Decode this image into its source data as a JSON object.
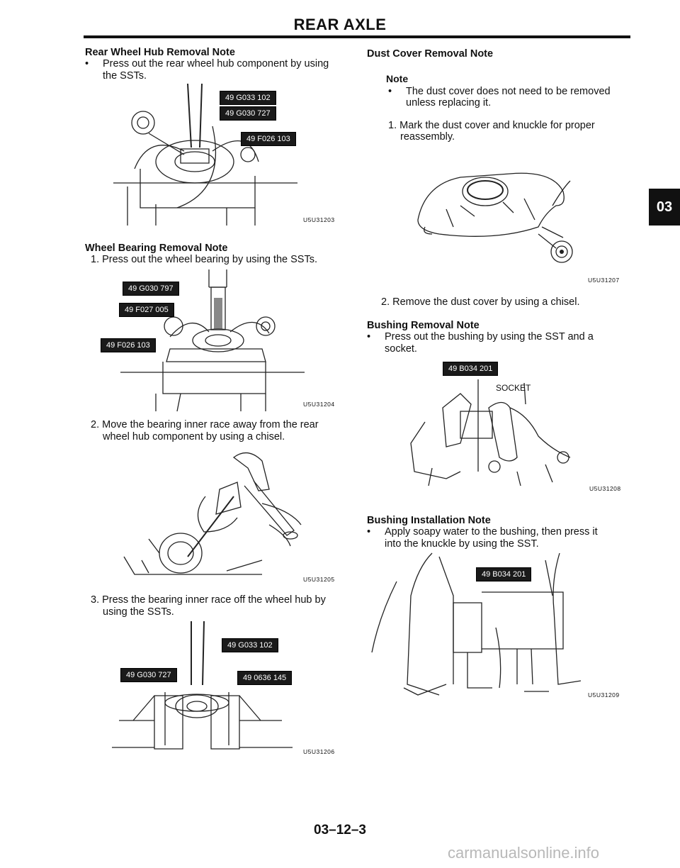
{
  "header": {
    "title": "REAR AXLE"
  },
  "section_tab": "03",
  "left": {
    "hub": {
      "heading": "Rear Wheel Hub Removal Note",
      "bullet": "Press out the rear wheel hub component by using",
      "bullet2": "the SSTs.",
      "tags": [
        "49 G033 102",
        "49 G030 727",
        "49 F026 103"
      ],
      "caption": "U5U31203"
    },
    "bearing": {
      "heading": "Wheel Bearing Removal Note",
      "step1": "1. Press out the wheel bearing by using the SSTs.",
      "tags": [
        "49 G030 797",
        "49 F027 005",
        "49 F026 103"
      ],
      "caption1": "U5U31204",
      "step2a": "2. Move the bearing inner race away from the rear",
      "step2b": "wheel hub component by using a chisel.",
      "caption2": "U5U31205",
      "step3a": "3. Press the bearing inner race off the wheel hub by",
      "step3b": "using the SSTs.",
      "tags3": [
        "49 G033 102",
        "49 G030 727",
        "49 0636 145"
      ],
      "caption3": "U5U31206"
    }
  },
  "right": {
    "dust": {
      "heading": "Dust Cover Removal Note",
      "note_label": "Note",
      "note_a": "The dust cover does not need to be removed",
      "note_b": "unless replacing it.",
      "step1a": "1. Mark the dust cover and knuckle for proper",
      "step1b": "reassembly.",
      "caption": "U5U31207",
      "step2": "2. Remove the dust cover by using a chisel."
    },
    "bush_remove": {
      "heading": "Bushing Removal Note",
      "bullet_a": "Press out the bushing by using the SST and a",
      "bullet_b": "socket.",
      "tag": "49 B034 201",
      "socket": "SOCKET",
      "caption": "U5U31208"
    },
    "bush_install": {
      "heading": "Bushing Installation Note",
      "bullet_a": "Apply soapy water to the bushing, then press it",
      "bullet_b": "into the knuckle by using the SST.",
      "tag": "49 B034 201",
      "caption": "U5U31209"
    }
  },
  "footer": {
    "page": "03–12–3"
  },
  "watermark": "carmanualsonline.info"
}
